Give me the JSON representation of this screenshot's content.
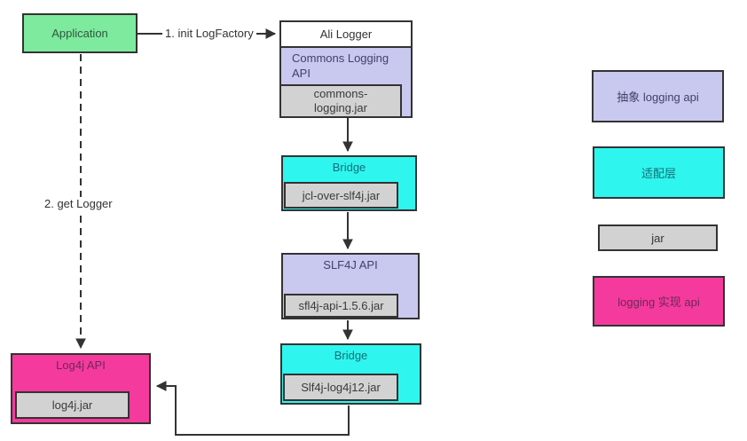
{
  "colors": {
    "green": "#7dea9d",
    "lavender": "#c9c8ef",
    "cyan": "#2ef6ef",
    "gray": "#d2d2d2",
    "pink": "#f53a9d",
    "line": "#333333"
  },
  "nodes": {
    "application": {
      "label": "Application"
    },
    "ali_logger": {
      "title": "Ali Logger",
      "layer_label": "Commons Logging API",
      "jar_label": "commons-logging.jar"
    },
    "bridge_top": {
      "label": "Bridge",
      "jar_label": "jcl-over-slf4j.jar"
    },
    "slf4j_api": {
      "label": "SLF4J API",
      "jar_label": "sfl4j-api-1.5.6.jar"
    },
    "bridge_bottom": {
      "label": "Bridge",
      "jar_label": "Slf4j-log4j12.jar"
    },
    "log4j_api": {
      "label": "Log4j API",
      "jar_label": "log4j.jar"
    }
  },
  "edges": {
    "init_logfactory_label": "1. init LogFactory",
    "get_logger_label": "2. get Logger"
  },
  "legend": {
    "abstract_api": {
      "label": "抽象 logging api",
      "color": "#c9c8ef"
    },
    "adapter_layer": {
      "label": "适配层",
      "color": "#2ef6ef"
    },
    "jar": {
      "label": "jar",
      "color": "#d2d2d2"
    },
    "impl_api": {
      "label": "logging 实现 api",
      "color": "#f53a9d"
    }
  }
}
